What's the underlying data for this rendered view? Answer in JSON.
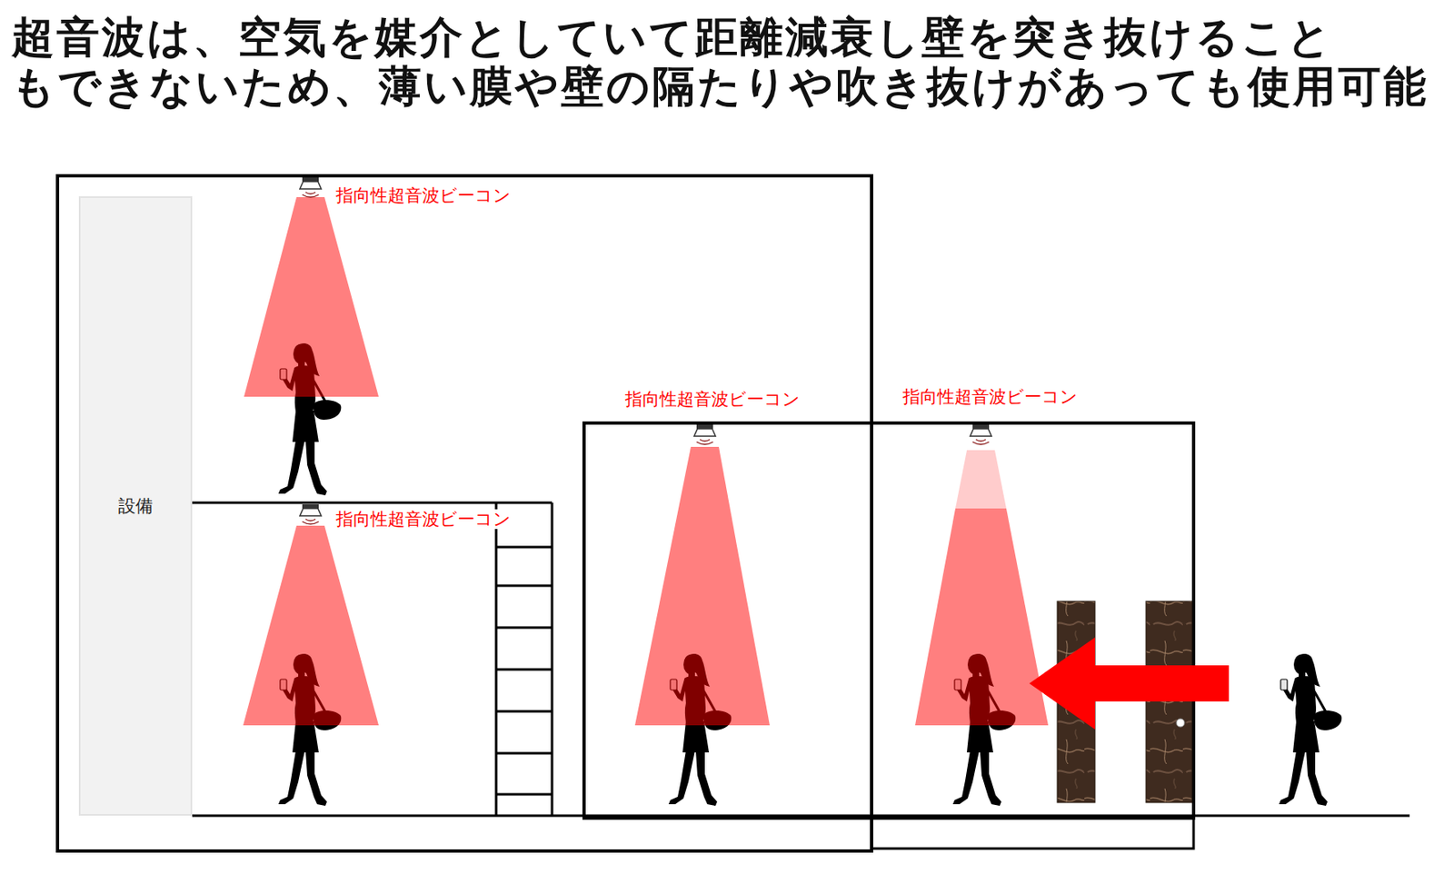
{
  "diagram": {
    "title": "超音波は、空気を媒介としていて距離減衰し壁を突き抜けること もできないため、薄い膜や壁の隔たりや吹き抜けがあっても使用可能",
    "nodes": [
      {
        "text": [
          "設備"
        ]
      }
    ],
    "labels": [
      "指向性超音波ビーコン",
      "指向性超音波ビーコン",
      "指向性超音波ビーコン",
      "指向性超音波ビーコン"
    ]
  }
}
